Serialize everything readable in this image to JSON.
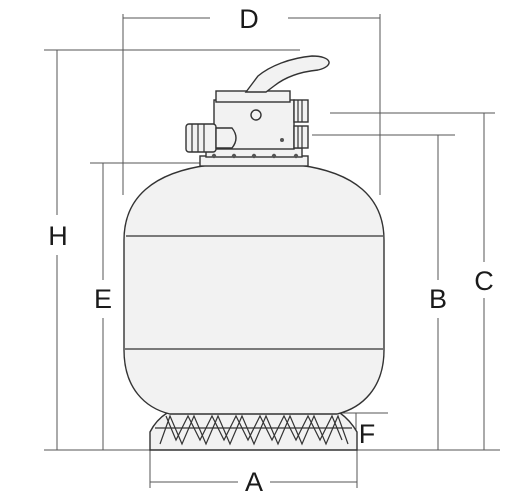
{
  "diagram": {
    "labels": {
      "A": "A",
      "B": "B",
      "C": "C",
      "D": "D",
      "E": "E",
      "F": "F",
      "H": "H"
    }
  }
}
